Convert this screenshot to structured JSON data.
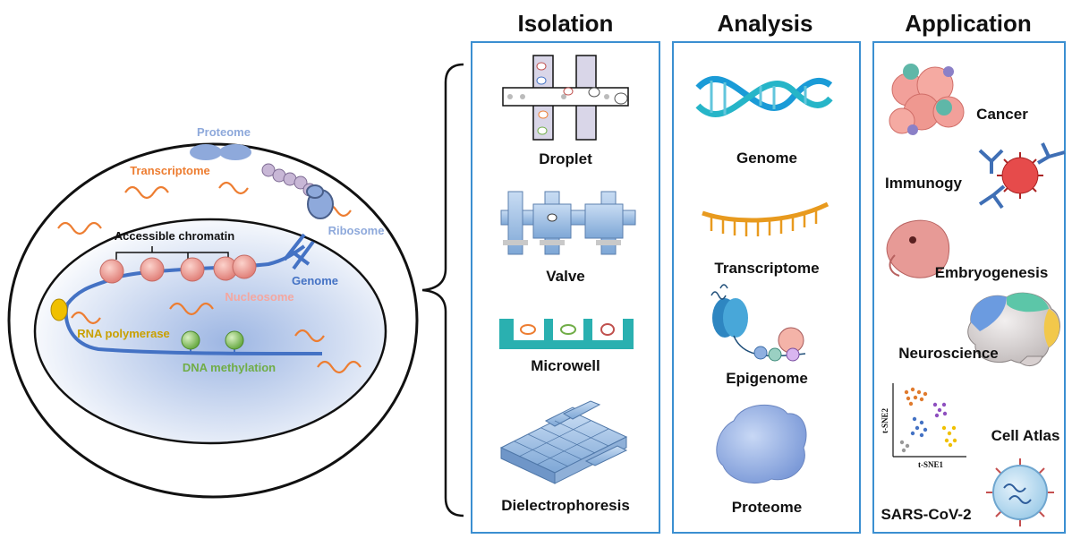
{
  "cell": {
    "proteome": "Proteome",
    "transcriptome": "Transcriptome",
    "ribosome": "Ribosome",
    "accessible_chromatin": "Accessible chromatin",
    "genome": "Genome",
    "nucleosome": "Nucleosome",
    "rna_polymerase": "RNA polymerase",
    "dna_methylation": "DNA methylation"
  },
  "isolation": {
    "header": "Isolation",
    "items": [
      "Droplet",
      "Valve",
      "Microwell",
      "Dielectrophoresis"
    ]
  },
  "analysis": {
    "header": "Analysis",
    "items": [
      "Genome",
      "Transcriptome",
      "Epigenome",
      "Proteome"
    ]
  },
  "application": {
    "header": "Application",
    "items": [
      "Cancer",
      "Immunogy",
      "Embryogenesis",
      "Neuroscience",
      "Cell Atlas",
      "SARS-CoV-2"
    ],
    "tsne_x": "t-SNE1",
    "tsne_y": "t-SNE2"
  },
  "colors": {
    "panel_border": "#3b8fd1",
    "proteome": "#8ea9db",
    "transcriptome": "#ed7d31",
    "ribosome": "#8ea9db",
    "genome": "#4472c4",
    "nucleosome": "#f4a7a0",
    "rna_polymerase": "#c9a000",
    "dna_methylation": "#70ad47"
  }
}
